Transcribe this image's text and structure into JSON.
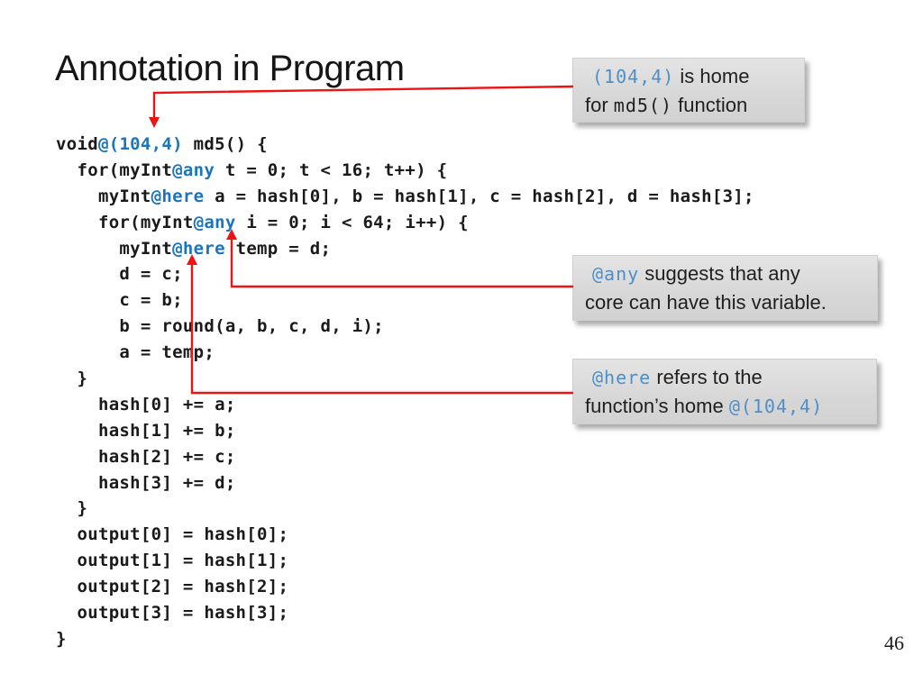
{
  "slide": {
    "title": "Annotation in Program",
    "page_number": "46"
  },
  "colors": {
    "code_black": "#1a1a1a",
    "code_blue": "#1b74bc",
    "callout_blue": "#4e8fc8",
    "callout_text": "#1f1f1f",
    "callout_bg": "#d9d9d9",
    "arrow_red": "#ee1414"
  },
  "code_lines": [
    [
      {
        "t": "void",
        "c": "k"
      },
      {
        "t": "@(104,4)",
        "c": "b"
      },
      {
        "t": " md5() {",
        "c": "k"
      }
    ],
    [
      {
        "t": "  for(myInt",
        "c": "k"
      },
      {
        "t": "@any",
        "c": "b"
      },
      {
        "t": " t = 0; t < 16; t++) {",
        "c": "k"
      }
    ],
    [
      {
        "t": "    myInt",
        "c": "k"
      },
      {
        "t": "@here",
        "c": "b"
      },
      {
        "t": " a = hash[0], b = hash[1], c = hash[2], d = hash[3];",
        "c": "k"
      }
    ],
    [
      {
        "t": "    for(myInt",
        "c": "k"
      },
      {
        "t": "@any",
        "c": "b"
      },
      {
        "t": " i = 0; i < 64; i++) {",
        "c": "k"
      }
    ],
    [
      {
        "t": "      myInt",
        "c": "k"
      },
      {
        "t": "@here",
        "c": "b"
      },
      {
        "t": " temp = d;",
        "c": "k"
      }
    ],
    [
      {
        "t": "      d = c;",
        "c": "k"
      }
    ],
    [
      {
        "t": "      c = b;",
        "c": "k"
      }
    ],
    [
      {
        "t": "      b = round(a, b, c, d, i);",
        "c": "k"
      }
    ],
    [
      {
        "t": "      a = temp;",
        "c": "k"
      }
    ],
    [
      {
        "t": "  }",
        "c": "k"
      }
    ],
    [
      {
        "t": "    hash[0] += a;",
        "c": "k"
      }
    ],
    [
      {
        "t": "    hash[1] += b;",
        "c": "k"
      }
    ],
    [
      {
        "t": "    hash[2] += c;",
        "c": "k"
      }
    ],
    [
      {
        "t": "    hash[3] += d;",
        "c": "k"
      }
    ],
    [
      {
        "t": "  }",
        "c": "k"
      }
    ],
    [
      {
        "t": "  output[0] = hash[0];",
        "c": "k"
      }
    ],
    [
      {
        "t": "  output[1] = hash[1];",
        "c": "k"
      }
    ],
    [
      {
        "t": "  output[2] = hash[2];",
        "c": "k"
      }
    ],
    [
      {
        "t": "  output[3] = hash[3];",
        "c": "k"
      }
    ],
    [
      {
        "t": "}",
        "c": "k"
      }
    ]
  ],
  "callouts": [
    {
      "name": "home-annotation-callout",
      "lines": [
        [
          {
            "t": "(104,4)",
            "mono": true,
            "blue": true
          },
          {
            "t": "  is home"
          }
        ],
        [
          {
            "t": "for "
          },
          {
            "t": "md5()",
            "mono": true
          },
          {
            "t": " function"
          }
        ]
      ]
    },
    {
      "name": "any-annotation-callout",
      "lines": [
        [
          {
            "t": "@any",
            "mono": true,
            "blue": true
          },
          {
            "t": "  suggests that any"
          }
        ],
        [
          {
            "t": "core can have this variable."
          }
        ]
      ]
    },
    {
      "name": "here-annotation-callout",
      "lines": [
        [
          {
            "t": "@here",
            "mono": true,
            "blue": true
          },
          {
            "t": "  refers to the"
          }
        ],
        [
          {
            "t": "function’s home "
          },
          {
            "t": "@(104,4)",
            "mono": true,
            "blue": true
          }
        ]
      ]
    }
  ]
}
